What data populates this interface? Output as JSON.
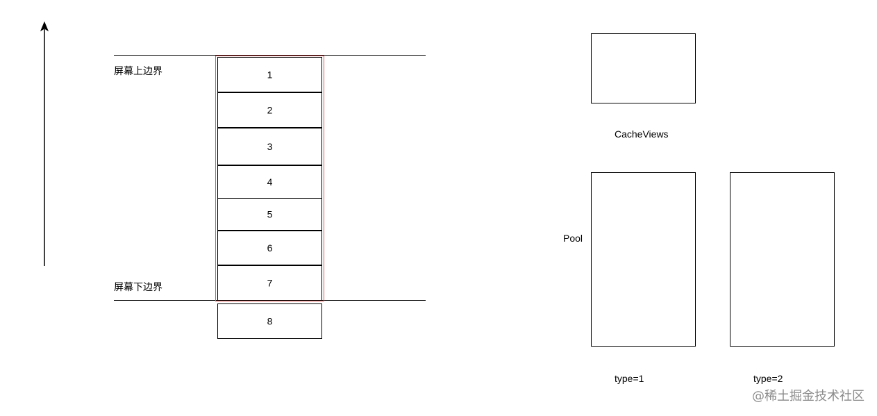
{
  "screen": {
    "top_label": "屏幕上边界",
    "bottom_label": "屏幕下边界",
    "items": [
      "1",
      "2",
      "3",
      "4",
      "5",
      "6",
      "7",
      "8"
    ],
    "highlight_color": "#e05555"
  },
  "cache": {
    "label": "CacheViews"
  },
  "pool": {
    "label": "Pool",
    "types": [
      "type=1",
      "type=2"
    ]
  },
  "watermark": "@稀土掘金技术社区",
  "icons": {
    "scroll_direction": "arrow-up-icon"
  }
}
